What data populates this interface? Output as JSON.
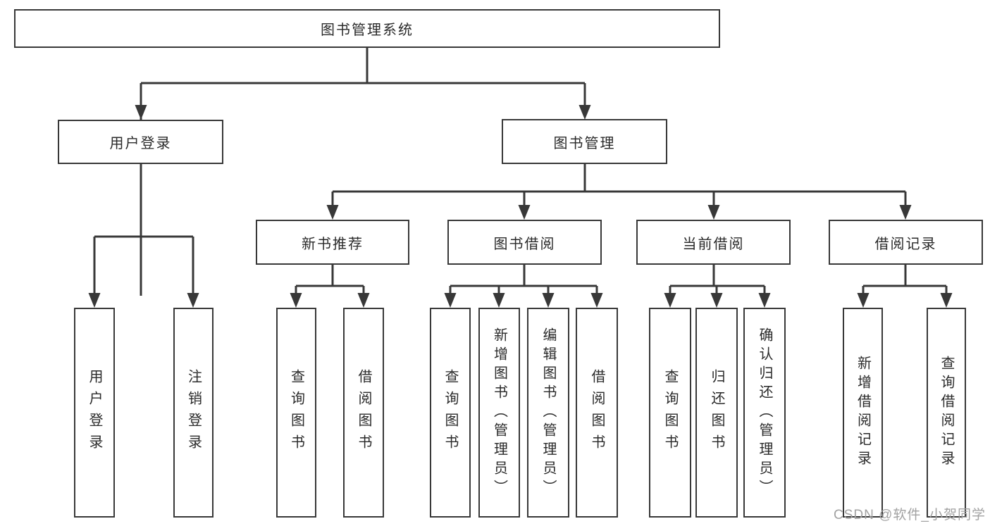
{
  "tree": {
    "root": {
      "label": "图书管理系统"
    },
    "branches": [
      {
        "label": "用户登录",
        "leaves": [
          "用户登录",
          "注销登录"
        ]
      },
      {
        "label": "图书管理",
        "groups": [
          {
            "label": "新书推荐",
            "leaves": [
              "查询图书",
              "借阅图书"
            ]
          },
          {
            "label": "图书借阅",
            "leaves": [
              "查询图书",
              "新增图书（管理员）",
              "编辑图书（管理员）",
              "借阅图书"
            ]
          },
          {
            "label": "当前借阅",
            "leaves": [
              "查询图书",
              "归还图书",
              "确认归还（管理员）"
            ]
          },
          {
            "label": "借阅记录",
            "leaves": [
              "新增借阅记录",
              "查询借阅记录"
            ]
          }
        ]
      }
    ]
  },
  "watermark": {
    "text": "CSDN @软件_小贺同学"
  },
  "colors": {
    "line": "#383838",
    "box_border": "#383838",
    "text": "#2a2a2a",
    "watermark": "#a2a2a2",
    "background": "#ffffff"
  }
}
